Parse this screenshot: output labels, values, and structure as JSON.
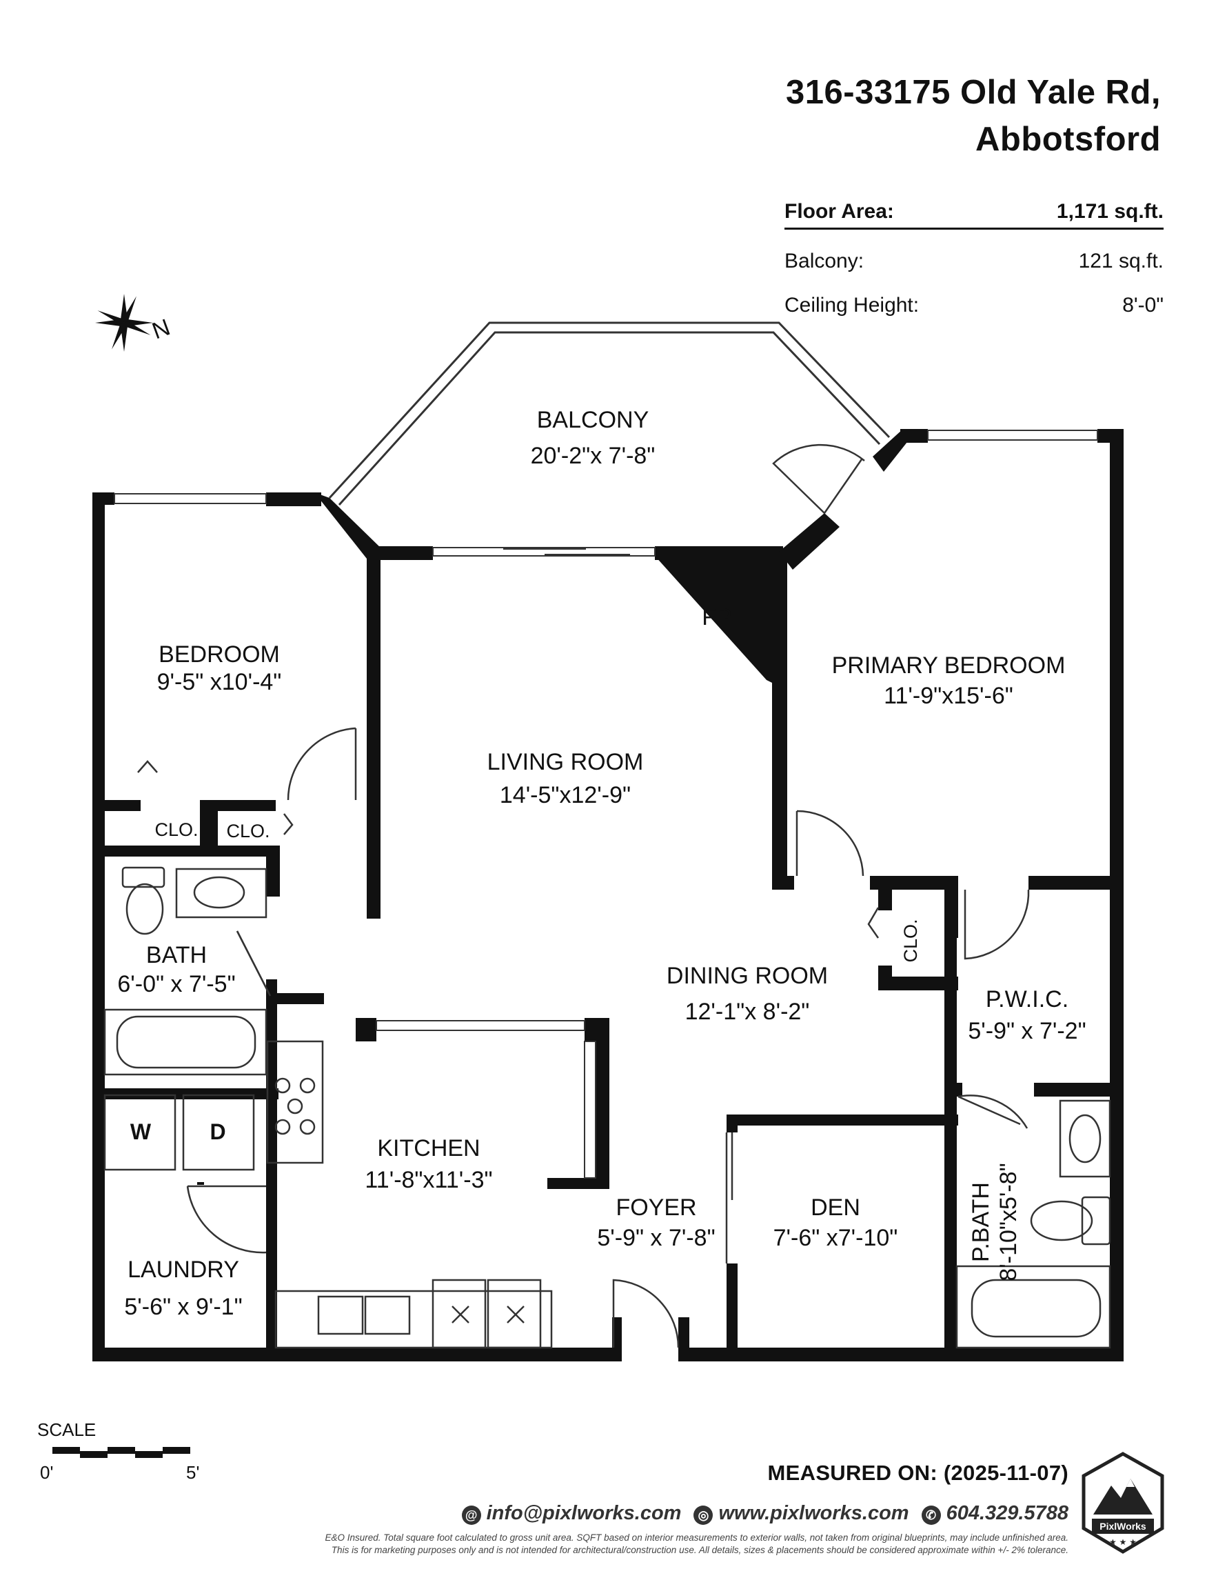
{
  "header": {
    "address_line1": "316-33175 Old Yale Rd,",
    "address_line2": "Abbotsford"
  },
  "stats": [
    {
      "label": "Floor Area:",
      "value": "1,171 sq.ft."
    },
    {
      "label": "Balcony:",
      "value": "121 sq.ft."
    },
    {
      "label": "Ceiling Height:",
      "value": "8'-0\""
    }
  ],
  "compass": {
    "north_letter": "N"
  },
  "rooms": {
    "balcony": {
      "name": "BALCONY",
      "dims": "20'-2\"x 7'-8\""
    },
    "bedroom": {
      "name": "BEDROOM",
      "dims": "9'-5\" x10'-4\""
    },
    "living": {
      "name": "LIVING ROOM",
      "dims": "14'-5\"x12'-9\""
    },
    "primary": {
      "name": "PRIMARY BEDROOM",
      "dims": "11'-9\"x15'-6\""
    },
    "bath": {
      "name": "BATH",
      "dims": "6'-0\" x 7'-5\""
    },
    "dining": {
      "name": "DINING ROOM",
      "dims": "12'-1\"x 8'-2\""
    },
    "pwic": {
      "name": "P.W.I.C.",
      "dims": "5'-9\" x 7'-2\""
    },
    "kitchen": {
      "name": "KITCHEN",
      "dims": "11'-8\"x11'-3\""
    },
    "foyer": {
      "name": "FOYER",
      "dims": "5'-9\" x 7'-8\""
    },
    "den": {
      "name": "DEN",
      "dims": "7'-6\" x7'-10\""
    },
    "laundry": {
      "name": "LAUNDRY",
      "dims": "5'-6\" x 9'-1\""
    },
    "pbath": {
      "name": "P.BATH",
      "dims": "8'-10\"x5'-8\""
    }
  },
  "labels": {
    "fp": "FP",
    "clo1": "CLO.",
    "clo2": "CLO.",
    "clo3": "CLO.",
    "washer": "W",
    "dryer": "D"
  },
  "scale": {
    "title": "SCALE",
    "start": "0'",
    "end": "5'"
  },
  "footer": {
    "measured": "MEASURED ON: (2025-11-07)",
    "email": "info@pixlworks.com",
    "web": "www.pixlworks.com",
    "phone": "604.329.5788",
    "disclaimer1": "E&O Insured.  Total square foot calculated to gross unit area. SQFT based on interior measurements to exterior walls, not taken from original blueprints, may include unfinished area.",
    "disclaimer2": "This is for marketing purposes only and is not intended for architectural/construction use.  All details, sizes & placements should be considered approximate within +/- 2%  tolerance.",
    "logo_text": "PixlWorks"
  }
}
